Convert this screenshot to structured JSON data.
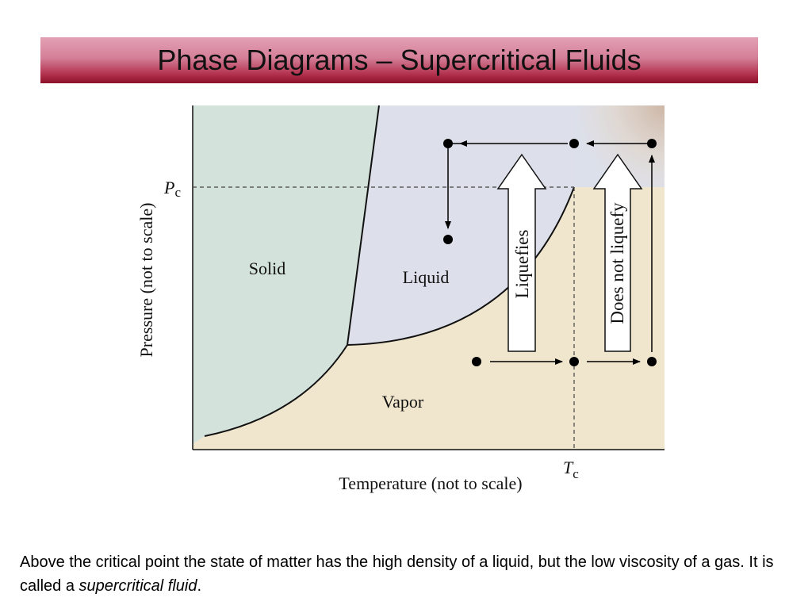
{
  "slide": {
    "title": "Phase Diagrams – Supercritical Fluids",
    "caption_text": "Above the critical point the state of matter has the high density of a liquid, but the low viscosity of a gas.  It is called a ",
    "caption_emphasis": "supercritical fluid",
    "caption_end": "."
  },
  "diagram": {
    "y_axis_label": "Pressure (not to scale)",
    "x_axis_label": "Temperature (not to scale)",
    "pc_symbol": "P",
    "pc_subscript": "c",
    "tc_symbol": "T",
    "tc_subscript": "c",
    "regions": {
      "solid": "Solid",
      "liquid": "Liquid",
      "vapor": "Vapor"
    },
    "arrows": {
      "liquefies": "Liquefies",
      "does_not_liquefy": "Does not liquefy"
    },
    "colors": {
      "solid_region": "#d4e2dc",
      "liquid_region": "#dde0ea",
      "vapor_region": "#f0e5cd",
      "supercritical_corner": "#c9a98f",
      "title_bar_top": "#e3a1b4",
      "title_bar_bottom": "#8c1028"
    }
  }
}
